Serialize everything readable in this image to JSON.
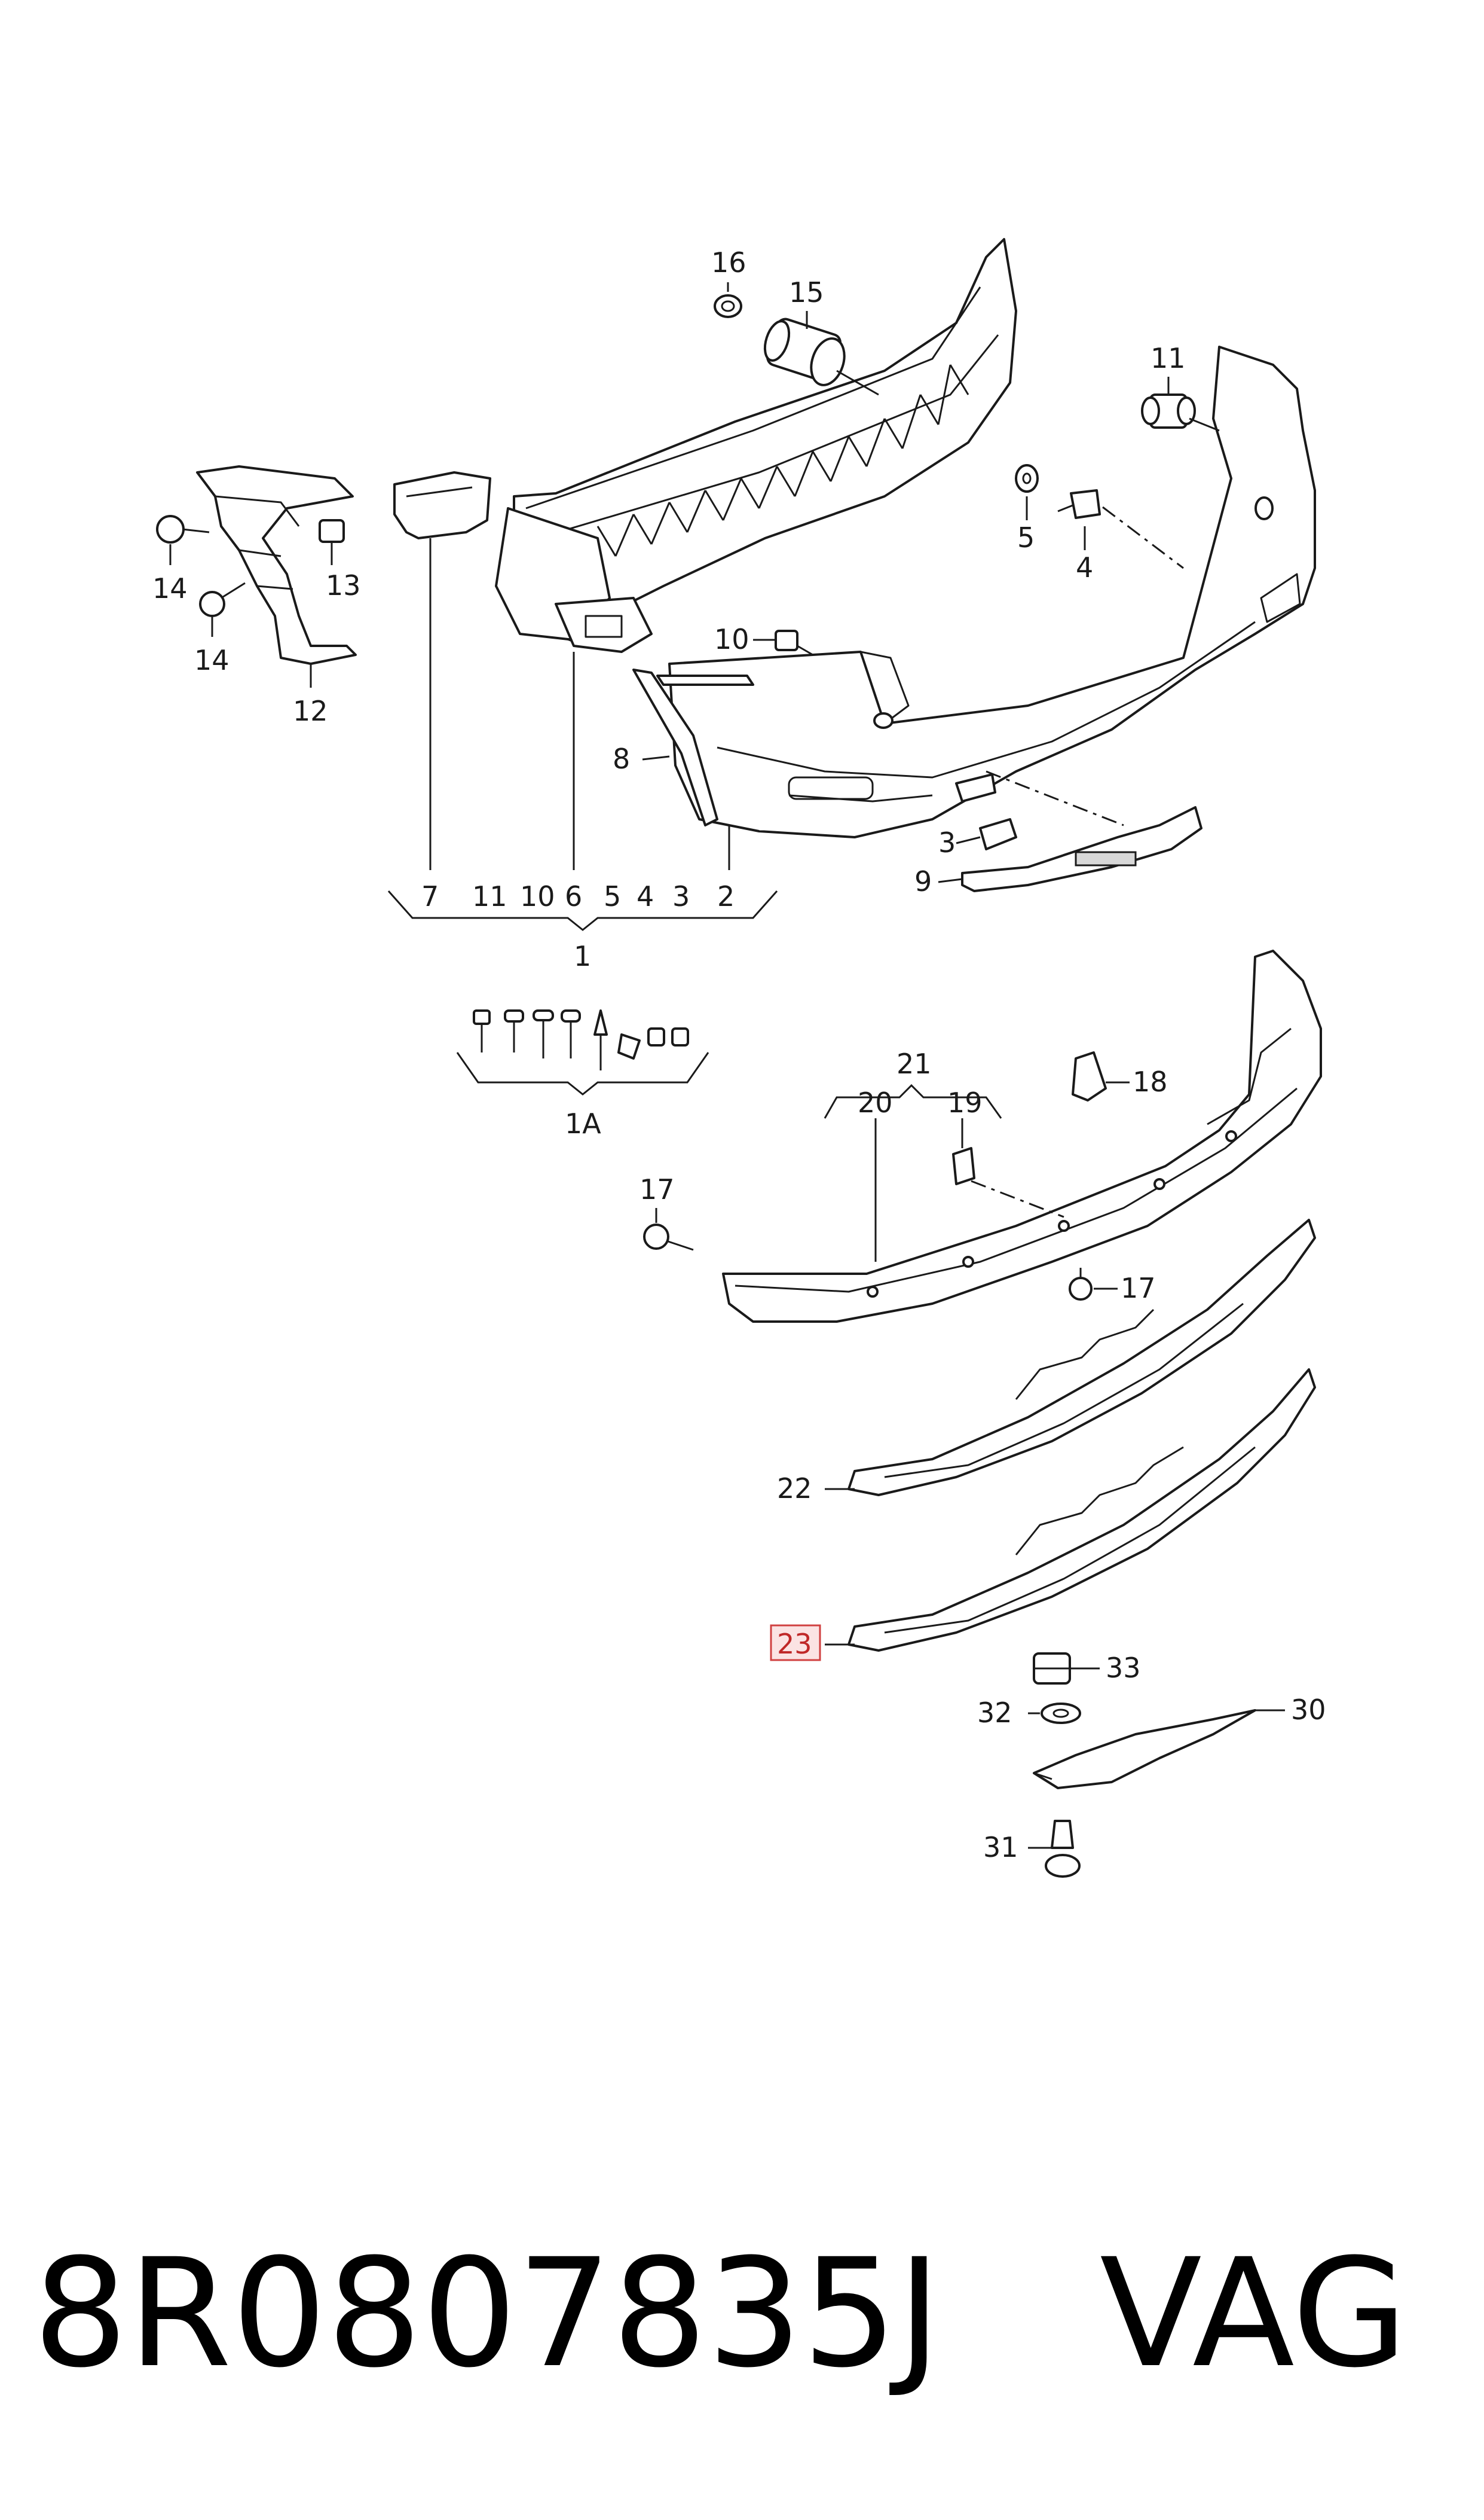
{
  "diagram": {
    "callouts": [
      {
        "id": "c16",
        "label": "16"
      },
      {
        "id": "c15",
        "label": "15"
      },
      {
        "id": "c11a",
        "label": "11"
      },
      {
        "id": "c5a",
        "label": "5"
      },
      {
        "id": "c4a",
        "label": "4"
      },
      {
        "id": "c14a",
        "label": "14"
      },
      {
        "id": "c14b",
        "label": "14"
      },
      {
        "id": "c13",
        "label": "13"
      },
      {
        "id": "c12",
        "label": "12"
      },
      {
        "id": "c10a",
        "label": "10"
      },
      {
        "id": "c8",
        "label": "8"
      },
      {
        "id": "c3a",
        "label": "3"
      },
      {
        "id": "c9",
        "label": "9"
      },
      {
        "id": "g7",
        "label": "7"
      },
      {
        "id": "g11",
        "label": "11"
      },
      {
        "id": "g10",
        "label": "10"
      },
      {
        "id": "g6",
        "label": "6"
      },
      {
        "id": "g5",
        "label": "5"
      },
      {
        "id": "g4",
        "label": "4"
      },
      {
        "id": "g3",
        "label": "3"
      },
      {
        "id": "g2",
        "label": "2"
      },
      {
        "id": "g1",
        "label": "1"
      },
      {
        "id": "g1a",
        "label": "1A"
      },
      {
        "id": "c21",
        "label": "21"
      },
      {
        "id": "c20",
        "label": "20"
      },
      {
        "id": "c19",
        "label": "19"
      },
      {
        "id": "c18",
        "label": "18"
      },
      {
        "id": "c17a",
        "label": "17"
      },
      {
        "id": "c17b",
        "label": "17"
      },
      {
        "id": "c22",
        "label": "22"
      },
      {
        "id": "c23",
        "label": "23"
      },
      {
        "id": "c33",
        "label": "33"
      },
      {
        "id": "c32",
        "label": "32"
      },
      {
        "id": "c30",
        "label": "30"
      },
      {
        "id": "c31",
        "label": "31"
      }
    ],
    "highlighted": "23",
    "part_number": "8R0807835J",
    "brand": "VAG"
  }
}
